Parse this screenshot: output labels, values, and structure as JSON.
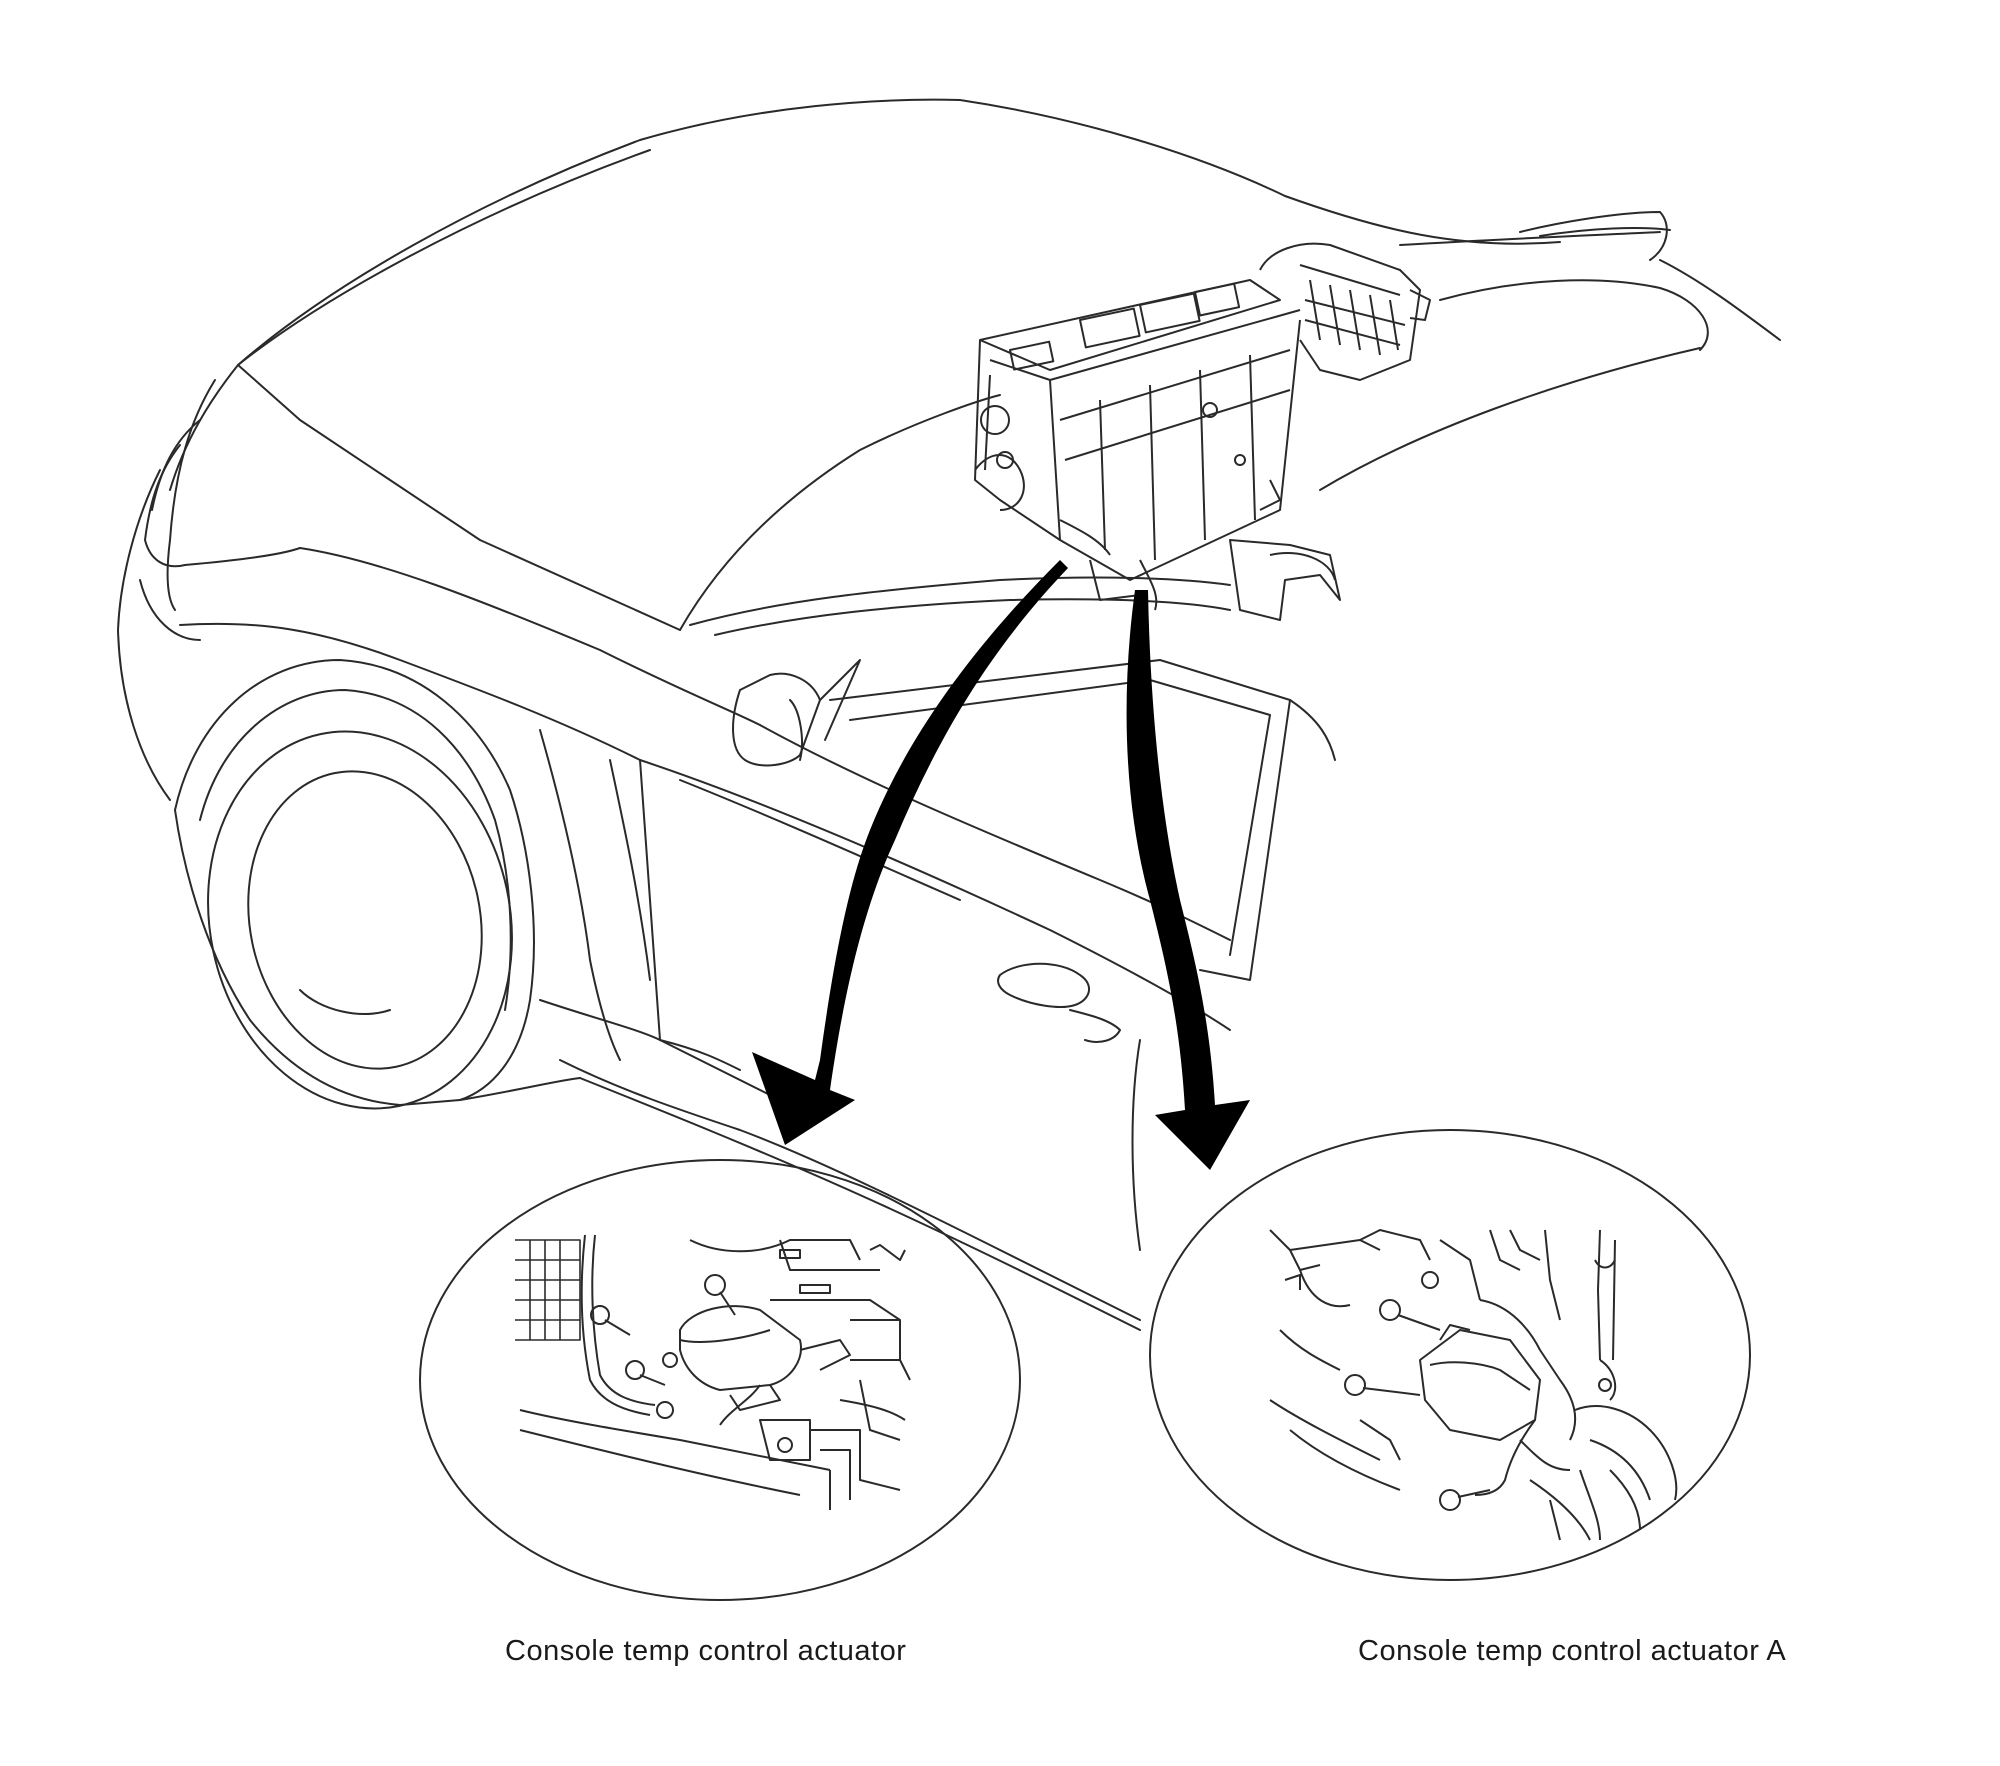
{
  "diagram": {
    "callouts": [
      {
        "id": "left",
        "label": "Console temp control actuator"
      },
      {
        "id": "right",
        "label": "Console temp control actuator A"
      }
    ],
    "colors": {
      "line": "#2a2a2a",
      "arrow": "#000000",
      "background": "#ffffff"
    }
  }
}
